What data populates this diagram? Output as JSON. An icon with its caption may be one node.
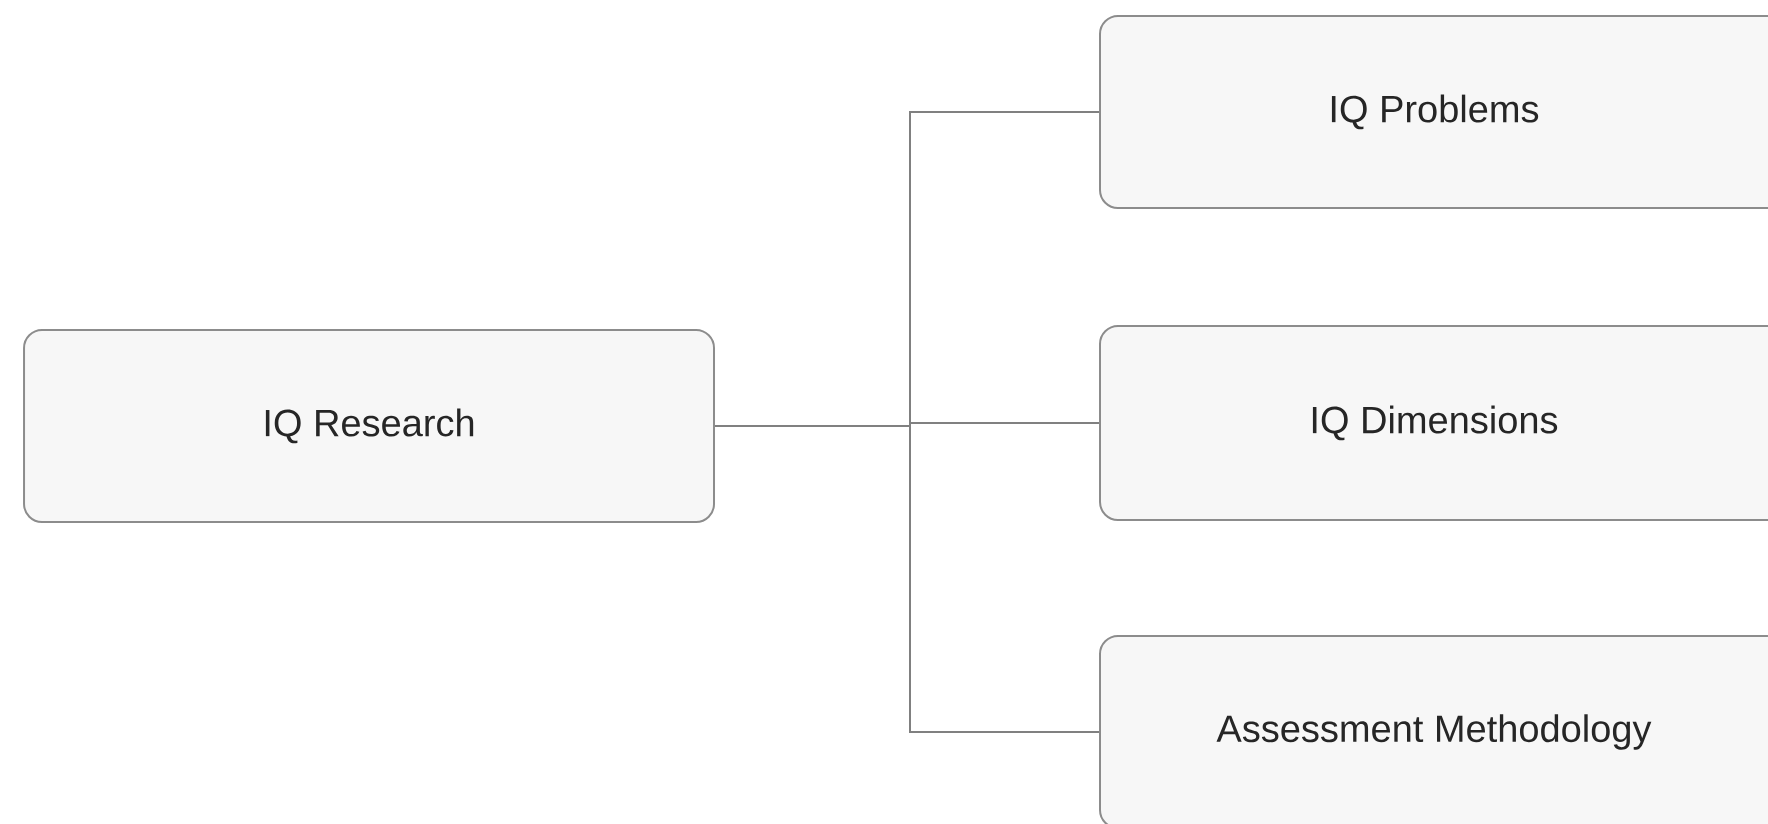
{
  "diagram": {
    "nodes": [
      {
        "text": [
          "IQ Research"
        ]
      },
      {
        "text": [
          "IQ Problems"
        ]
      },
      {
        "text": [
          "IQ Dimensions"
        ]
      },
      {
        "text": [
          "Assessment Methodology"
        ]
      }
    ],
    "edges": [
      {
        "from": 0,
        "to": 1,
        "arrow": "none"
      },
      {
        "from": 0,
        "to": 2,
        "arrow": "none"
      },
      {
        "from": 0,
        "to": 3,
        "arrow": "none"
      }
    ]
  }
}
